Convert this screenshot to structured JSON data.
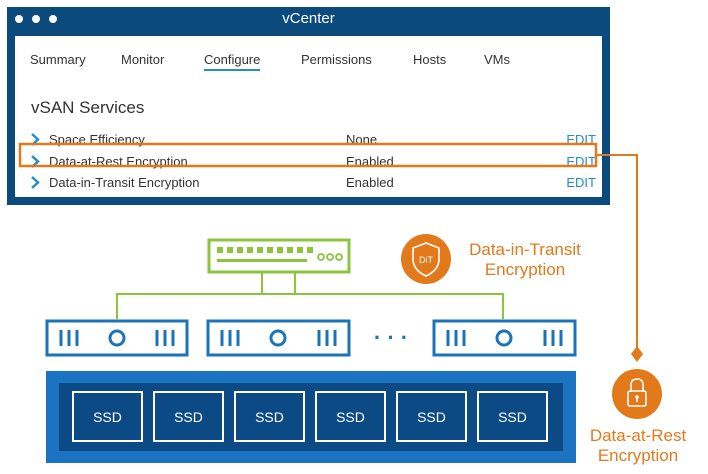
{
  "window": {
    "title": "vCenter",
    "tabs": [
      {
        "label": "Summary",
        "active": false
      },
      {
        "label": "Monitor",
        "active": false
      },
      {
        "label": "Configure",
        "active": true
      },
      {
        "label": "Permissions",
        "active": false
      },
      {
        "label": "Hosts",
        "active": false
      },
      {
        "label": "VMs",
        "active": false
      }
    ],
    "section_title": "vSAN Services",
    "services": [
      {
        "label": "Space Efficiency",
        "value": "None",
        "action": "EDIT"
      },
      {
        "label": "Data-at-Rest Encryption",
        "value": "Enabled",
        "action": "EDIT",
        "highlighted": true
      },
      {
        "label": "Data-in-Transit Encryption",
        "value": "Enabled",
        "action": "EDIT"
      }
    ]
  },
  "diagram": {
    "transit_badge": "DiT",
    "transit_label_line1": "Data-in-Transit",
    "transit_label_line2": "Encryption",
    "rest_label_line1": "Data-at-Rest",
    "rest_label_line2": "Encryption",
    "ellipsis": "· · ·",
    "disks": [
      "SSD",
      "SSD",
      "SSD",
      "SSD",
      "SSD",
      "SSD"
    ]
  },
  "colors": {
    "window_frame": "#0a4a7d",
    "accent_blue": "#1f8ec9",
    "host_blue": "#1b73b9",
    "storage_blue": "#1b73c2",
    "switch_green": "#8cc43c",
    "highlight_orange": "#e27a1c"
  }
}
